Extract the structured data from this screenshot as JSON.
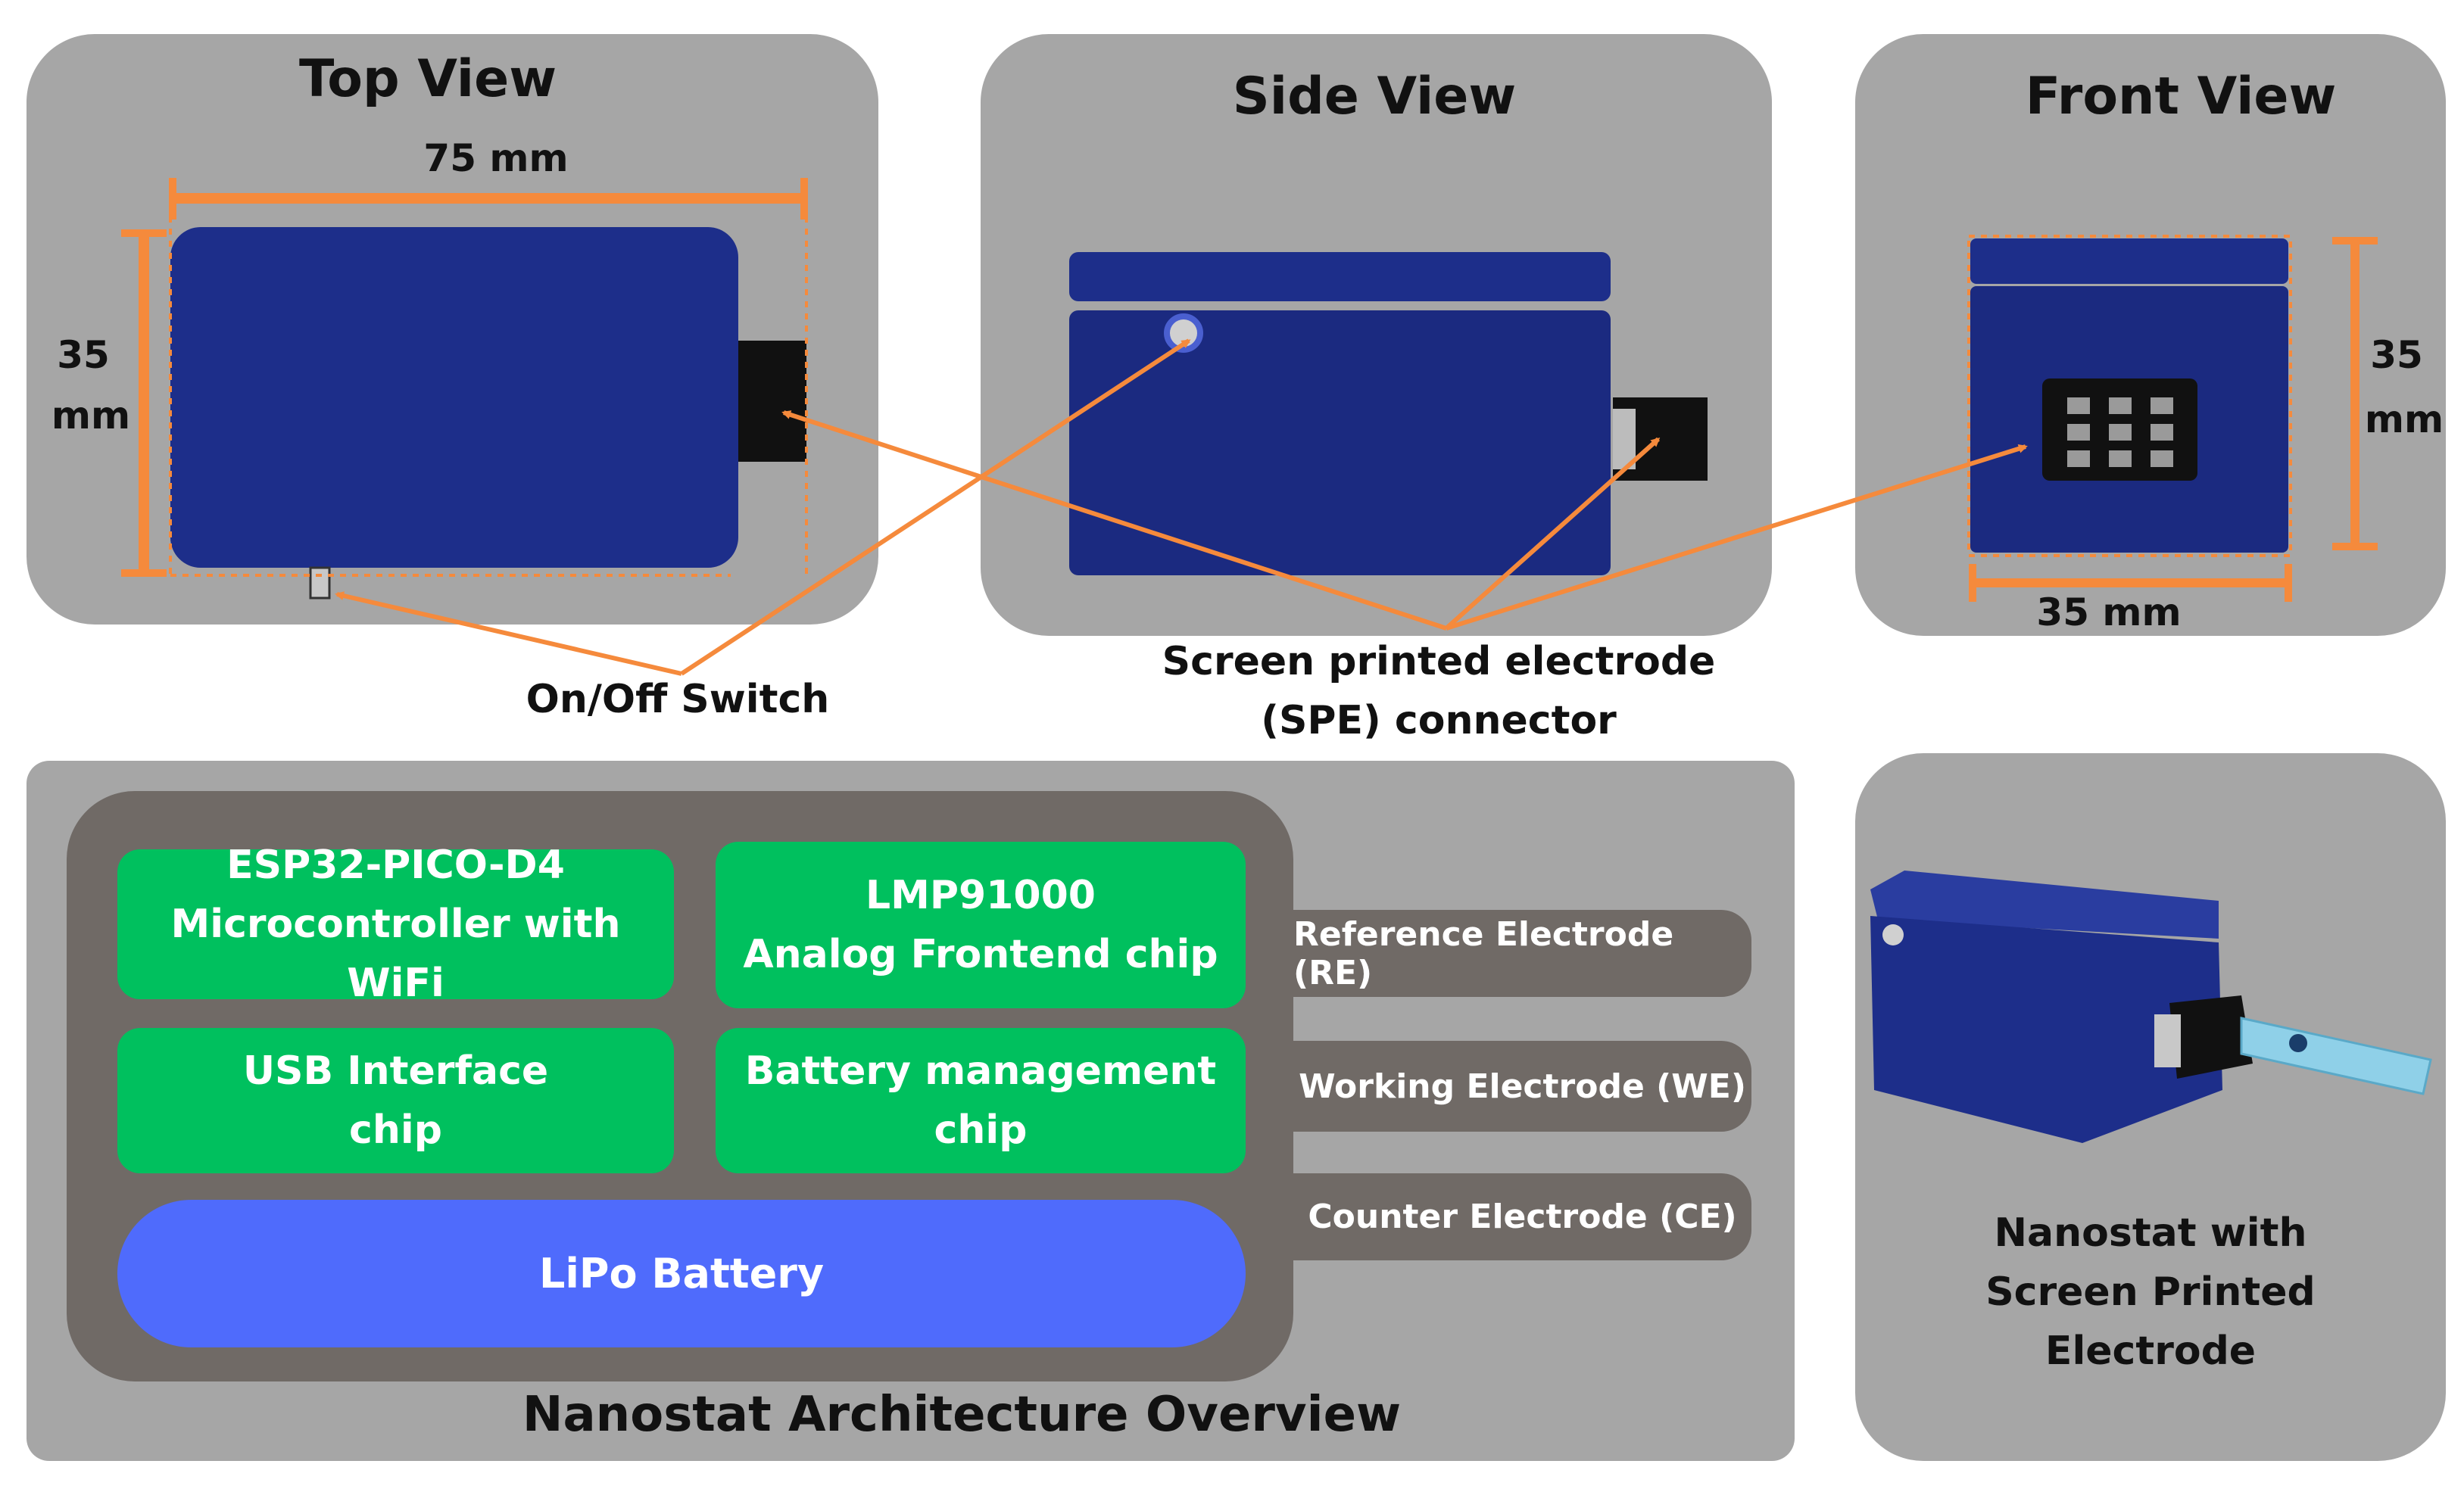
{
  "views": {
    "top": {
      "title": "Top View",
      "width_label": "75 mm",
      "height_label_1": "35",
      "height_label_2": "mm"
    },
    "side": {
      "title": "Side View"
    },
    "front": {
      "title": "Front View",
      "height_label_1": "35",
      "height_label_2": "mm",
      "width_label": "35 mm"
    }
  },
  "callouts": {
    "switch": "On/Off Switch",
    "spe_line1": "Screen printed electrode",
    "spe_line2": "(SPE) connector"
  },
  "architecture": {
    "title": "Nanostat Architecture Overview",
    "chips": [
      {
        "line1": "ESP32-PICO-D4",
        "line2": "Microcontroller with WiFi"
      },
      {
        "line1": "LMP91000",
        "line2": "Analog Frontend chip"
      },
      {
        "line1": "USB Interface",
        "line2": "chip"
      },
      {
        "line1": "Battery management",
        "line2": "chip"
      }
    ],
    "battery": "LiPo Battery",
    "electrodes": [
      "Reference Electrode (RE)",
      "Working Electrode (WE)",
      "Counter Electrode (CE)"
    ]
  },
  "photo_caption": {
    "line1": "Nanostat with",
    "line2": "Screen Printed",
    "line3": "Electrode"
  },
  "colors": {
    "panel": "#a6a6a6",
    "device_blue": "#1d2e8a",
    "dimension_orange": "#f58a3c",
    "chip_green": "#00c05e",
    "battery_blue": "#4f6bfc",
    "dark_gray": "#706a66"
  }
}
